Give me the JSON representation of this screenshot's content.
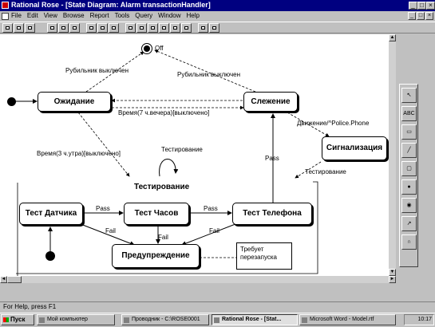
{
  "window": {
    "title": "Rational Rose - [State Diagram: Alarm transactionHandler]"
  },
  "menu": [
    "File",
    "Edit",
    "View",
    "Browse",
    "Report",
    "Tools",
    "Query",
    "Window",
    "Help"
  ],
  "diagram": {
    "states": {
      "waiting": "Ожидание",
      "tracking": "Слежение",
      "signaling": "Сигнализация",
      "testing": "Тестирование",
      "sensor_test": "Тест Датчика",
      "clock_test": "Тест Часов",
      "phone_test": "Тест Телефона",
      "warning": "Предупреждение"
    },
    "transitions": {
      "switch_off_left": "Рубильник выключен",
      "switch_off_right": "Рубильник выключен",
      "time_7pm": "Время(7 ч.вечера)[выключено]",
      "time_3am": "Время(3 ч.утра)[выключено]",
      "testing_self": "Тестирование",
      "movement": "Движение/^Police.Phone",
      "pass_tracking": "Pass",
      "testing_signal": "Тестирование",
      "pass_1": "Pass",
      "pass_2": "Pass",
      "fail_1": "Fail",
      "fail_2": "Fail",
      "fail_3": "Fail"
    },
    "end_label": "Off",
    "note": "Требует перезапуска"
  },
  "status": "For Help, press F1",
  "taskbar": {
    "start": "Пуск",
    "tasks": [
      "Мой компьютер",
      "Проводник - C:\\ROSE0001",
      "Rational Rose - [Stat...",
      "Microsoft Word - Model.rtf"
    ],
    "clock": "10:17"
  }
}
